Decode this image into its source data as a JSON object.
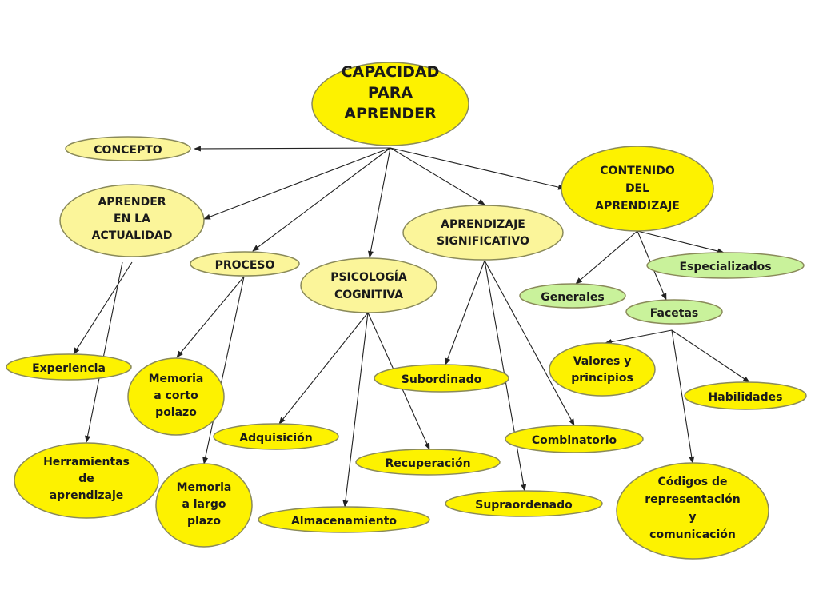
{
  "concept_map": {
    "root": "CAPACIDAD PARA APRENDER",
    "nodes": {
      "root": [
        "CAPACIDAD",
        "PARA",
        "APRENDER"
      ],
      "concepto": [
        "CONCEPTO"
      ],
      "aprender_actualidad": [
        "APRENDER",
        "EN LA",
        "ACTUALIDAD"
      ],
      "proceso": [
        "PROCESO"
      ],
      "psicologia": [
        "PSICOLOGÍA",
        "COGNITIVA"
      ],
      "aprendizaje_sig": [
        "APRENDIZAJE",
        "SIGNIFICATIVO"
      ],
      "contenido": [
        "CONTENIDO",
        "DEL",
        "APRENDIZAJE"
      ],
      "experiencia": [
        "Experiencia"
      ],
      "herramientas": [
        "Herramientas",
        "de",
        "aprendizaje"
      ],
      "memoria_corto": [
        "Memoria",
        "a corto",
        "polazo"
      ],
      "memoria_largo": [
        "Memoria",
        "a largo",
        "plazo"
      ],
      "adquisicion": [
        "Adquisición"
      ],
      "almacenamiento": [
        "Almacenamiento"
      ],
      "recuperacion": [
        "Recuperación"
      ],
      "subordinado": [
        "Subordinado"
      ],
      "combinatorio": [
        "Combinatorio"
      ],
      "supraordenado": [
        "Supraordenado"
      ],
      "generales": [
        "Generales"
      ],
      "especializados": [
        "Especializados"
      ],
      "facetas": [
        "Facetas"
      ],
      "valores": [
        "Valores y",
        "principios"
      ],
      "habilidades": [
        "Habilidades"
      ],
      "codigos": [
        "Códigos de",
        "representación",
        "y",
        "comunicación"
      ]
    },
    "edges": [
      [
        "root",
        "concepto"
      ],
      [
        "root",
        "aprender_actualidad"
      ],
      [
        "root",
        "proceso"
      ],
      [
        "root",
        "psicologia"
      ],
      [
        "root",
        "aprendizaje_sig"
      ],
      [
        "root",
        "contenido"
      ],
      [
        "aprender_actualidad",
        "experiencia"
      ],
      [
        "aprender_actualidad",
        "herramientas"
      ],
      [
        "proceso",
        "memoria_corto"
      ],
      [
        "proceso",
        "memoria_largo"
      ],
      [
        "psicologia",
        "adquisicion"
      ],
      [
        "psicologia",
        "almacenamiento"
      ],
      [
        "psicologia",
        "recuperacion"
      ],
      [
        "aprendizaje_sig",
        "subordinado"
      ],
      [
        "aprendizaje_sig",
        "supraordenado"
      ],
      [
        "aprendizaje_sig",
        "combinatorio"
      ],
      [
        "contenido",
        "generales"
      ],
      [
        "contenido",
        "especializados"
      ],
      [
        "contenido",
        "facetas"
      ],
      [
        "facetas",
        "valores"
      ],
      [
        "facetas",
        "habilidades"
      ],
      [
        "facetas",
        "codigos"
      ]
    ],
    "colors": {
      "yellow": "#fdf200",
      "light_yellow": "#fbf59a",
      "green": "#c9f29b",
      "edge": "#222222"
    }
  }
}
